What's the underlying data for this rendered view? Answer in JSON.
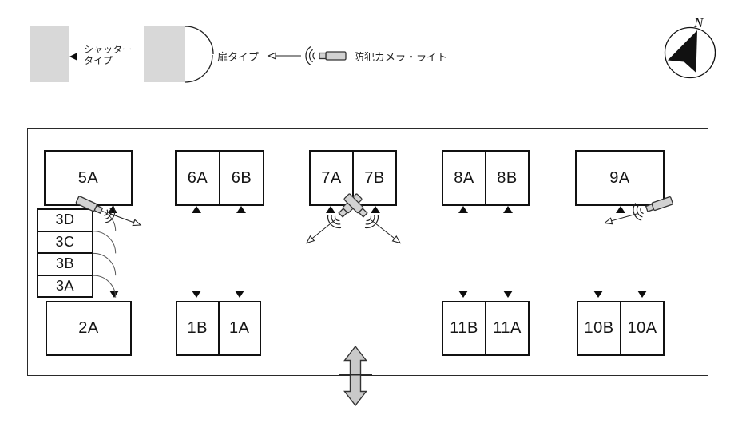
{
  "legend": {
    "shutter": {
      "label_line1": "シャッター",
      "label_line2": "タイプ"
    },
    "door": {
      "label": "扉タイプ"
    },
    "camera": {
      "label": "防犯カメラ・ライト"
    }
  },
  "compass": {
    "north_label": "N"
  },
  "plan": {
    "units": {
      "5A": "5A",
      "6A": "6A",
      "6B": "6B",
      "7A": "7A",
      "7B": "7B",
      "8A": "8A",
      "8B": "8B",
      "9A": "9A",
      "3D": "3D",
      "3C": "3C",
      "3B": "3B",
      "3A": "3A",
      "2A": "2A",
      "1B": "1B",
      "1A": "1A",
      "11B": "11B",
      "11A": "11A",
      "10B": "10B",
      "10A": "10A"
    }
  },
  "colors": {
    "legend_gray": "#d8d8d8",
    "camera_gray": "#d2d2d2",
    "entrance_arrow_gray": "#c9c9c9",
    "outline": "#111111"
  }
}
